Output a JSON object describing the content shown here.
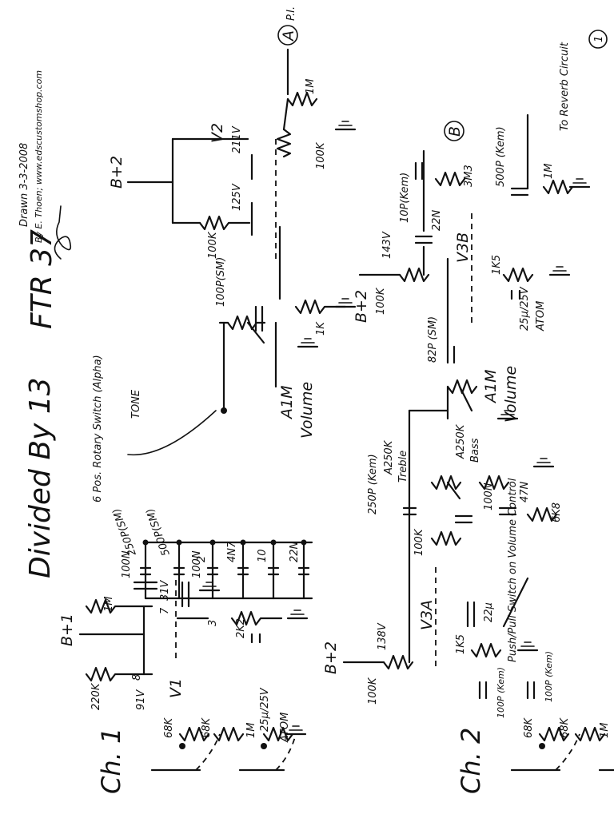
{
  "title": {
    "main": "Divided By 13",
    "model": "FTR 37",
    "page_number": "1"
  },
  "credits": {
    "drawn": "Drawn 3-3-2008",
    "by": "By E. Thoen; www.edscustomshop.com"
  },
  "channels": {
    "ch1": "Ch. 1",
    "ch2": "Ch. 2"
  },
  "supplies": {
    "b1": "B+1",
    "b2_top": "B+2",
    "b2_mid": "B+2",
    "b2_bot": "B+2"
  },
  "tubes": {
    "v1": "V1",
    "v2": "V2",
    "v3a": "V3A",
    "v3b": "V3B"
  },
  "pins": {
    "p8": "8",
    "p7": "7",
    "p3": "3"
  },
  "voltages": {
    "v2_upper": "211V",
    "v2_lower": "125V",
    "v1_plate": "91V",
    "v1_cathode": "31V",
    "v3a_plate": "138V",
    "v3b_plate": "143V"
  },
  "offpage": {
    "a": "A",
    "a_tail": "P.I.",
    "b": "B",
    "reverb": "To Reverb Circuit"
  },
  "components_ch1": {
    "r_68k_a": "68K",
    "r_68k_b": "68K",
    "r_1m_grid": "1M",
    "r_220k": "220K",
    "r_1m_plate": "1M",
    "c_100n_a": "100N",
    "c_100n_b": "100N",
    "r_2k2": "2K2",
    "c_25u": "25μ/25V",
    "atom": "ATOM"
  },
  "tone_switch": {
    "label": "6 Pos. Rotary Switch (Alpha)",
    "tone": "TONE",
    "caps": [
      "250P(SM)",
      "500P(SM)",
      "2",
      "4N7",
      "10",
      "22N"
    ]
  },
  "components_v2": {
    "volume_pot": "A1M",
    "volume_label": "Volume",
    "c_100p": "100P(SM)",
    "r_100k_plate": "100K",
    "r_1k": "1K",
    "r_100k_grid": "100K",
    "r_1m": "1M"
  },
  "components_ch2": {
    "r_68k_a": "68K",
    "r_68k_b": "68K",
    "c_100p_a": "100P (Kem)",
    "c_100p_b": "100P (Kem)",
    "r_1m": "1M",
    "r_100k_plate": "100K",
    "r_1k5": "1K5",
    "c_22u": "22μ",
    "switch_note": "Push/Pull Switch on Volume Control",
    "c_250p": "250P (Kem)",
    "r_100k_tone": "100K",
    "treble_pot": "A250K",
    "treble_label": "Treble",
    "bass_pot": "A250K",
    "bass_label": "Bass",
    "c_100n": "100N",
    "c_47n": "47N",
    "r_6k8": "6K8"
  },
  "components_v3b": {
    "volume_pot": "A1M",
    "volume_label": "Volume",
    "c_82p": "82P (SM)",
    "r_100k_plate": "100K",
    "c_22n": "22N",
    "r_1k5": "1K5",
    "c_25u": "25μ/25V",
    "atom": "ATOM",
    "c_10p": "10P(Kem)",
    "r_3m3": "3M3",
    "c_500p": "500P (Kem)",
    "r_1m": "1M"
  }
}
